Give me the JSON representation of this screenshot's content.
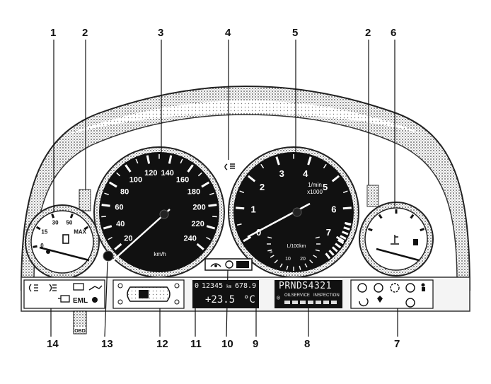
{
  "callouts": [
    "1",
    "2",
    "3",
    "4",
    "5",
    "2",
    "6",
    "14",
    "13",
    "12",
    "11",
    "10",
    "9",
    "8",
    "7"
  ],
  "speedometer": {
    "ticks": [
      "20",
      "40",
      "60",
      "80",
      "100",
      "120",
      "140",
      "160",
      "180",
      "200",
      "220",
      "240"
    ],
    "unit": "km/h"
  },
  "tachometer": {
    "ticks": [
      "0",
      "1",
      "2",
      "3",
      "4",
      "5",
      "6",
      "7"
    ],
    "unit_top": "1/min",
    "unit_bottom": "x1000",
    "econ_label": "L/100km",
    "econ_ticks": [
      "5",
      "10",
      "20"
    ]
  },
  "fuel_gauge": {
    "ticks": [
      "0",
      "15",
      "30",
      "50",
      "MAX"
    ]
  },
  "warning_strip": {
    "eml_label": "EML",
    "obd_label": "OBD"
  },
  "odometer": {
    "total": "12345",
    "unit": "km",
    "trip": "678.9"
  },
  "temperature": {
    "value": "+23.5",
    "unit": "°C"
  },
  "gear_display": {
    "gears": "PRNDS4321",
    "oil_label": "OILSERVICE",
    "inspection_label": "INSPECTION"
  },
  "colors": {
    "ink": "#111111",
    "paper": "#ffffff",
    "lcd": "#111111"
  }
}
